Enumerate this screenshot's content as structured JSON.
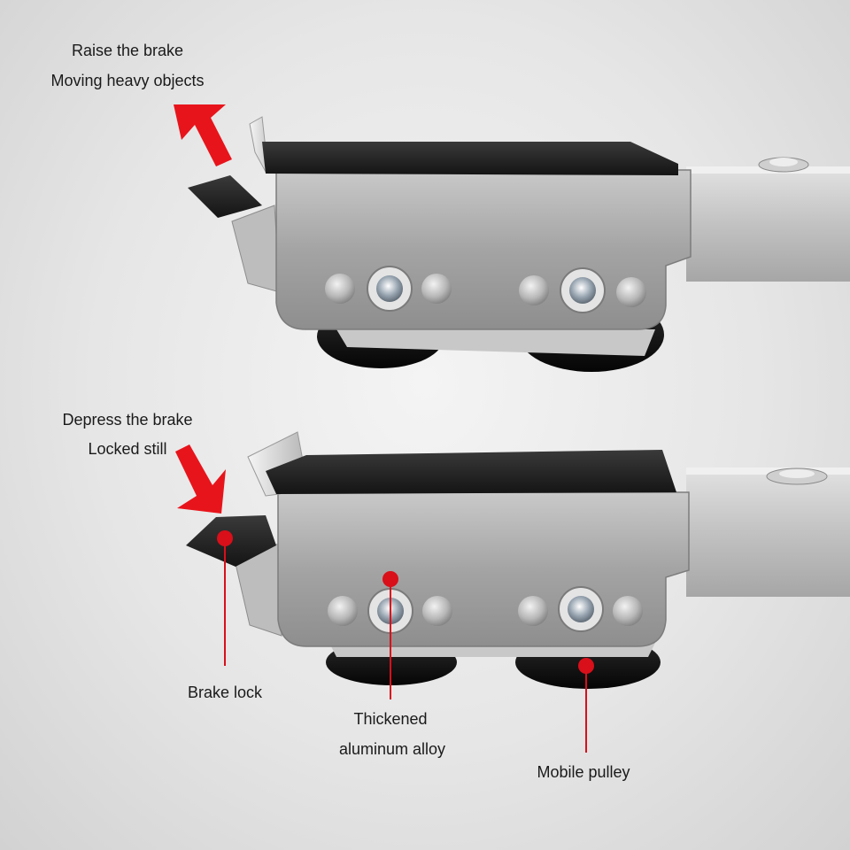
{
  "labels": {
    "raise_title": "Raise the brake",
    "raise_subtitle": "Moving heavy objects",
    "depress_title": "Depress the brake",
    "depress_subtitle": "Locked still",
    "brake_lock": "Brake lock",
    "thickened_line1": "Thickened",
    "thickened_line2": "aluminum alloy",
    "mobile_pulley": "Mobile pulley"
  },
  "colors": {
    "arrow": "#e8141b",
    "callout": "#d90f1a",
    "metal": "#a9a9a9",
    "pad": "#1e1e1e",
    "wheel": "#141414"
  },
  "icons": {
    "up_arrow": "arrow-up-left-icon",
    "down_arrow": "arrow-down-right-icon"
  }
}
